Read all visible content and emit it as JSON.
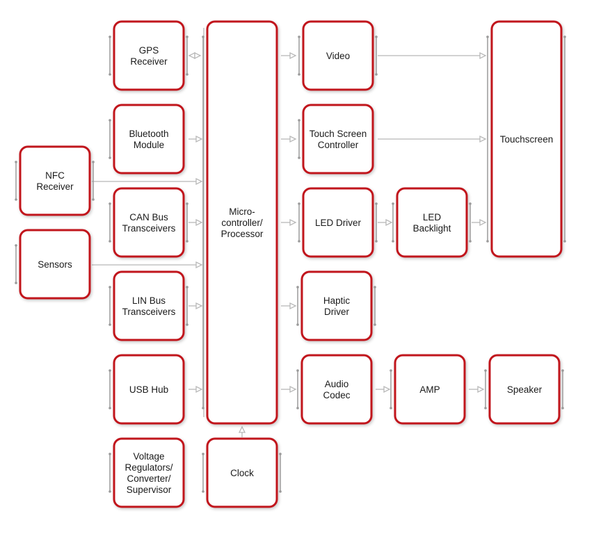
{
  "colors": {
    "block_border": "#c1121f",
    "block_fill": "#ffffff",
    "connector": "#b8b8b8",
    "text": "#1a1a1a"
  },
  "blocks": {
    "gps": [
      "GPS",
      "Receiver"
    ],
    "bluetooth": [
      "Bluetooth",
      "Module"
    ],
    "nfc": [
      "NFC",
      "Receiver"
    ],
    "can": [
      "CAN Bus",
      "Transceivers"
    ],
    "sensors": [
      "Sensors"
    ],
    "lin": [
      "LIN Bus",
      "Transceivers"
    ],
    "usb": [
      "USB Hub"
    ],
    "voltage": [
      "Voltage",
      "Regulators/",
      "Converter/",
      "Supervisor"
    ],
    "mcu": [
      "Micro-",
      "controller/",
      "Processor"
    ],
    "clock": [
      "Clock"
    ],
    "video": [
      "Video"
    ],
    "tsc": [
      "Touch Screen",
      "Controller"
    ],
    "led_driver": [
      "LED Driver"
    ],
    "haptic": [
      "Haptic",
      "Driver"
    ],
    "audio": [
      "Audio",
      "Codec"
    ],
    "led_backlight": [
      "LED",
      "Backlight"
    ],
    "amp": [
      "AMP"
    ],
    "touchscreen": [
      "Touchscreen"
    ],
    "speaker": [
      "Speaker"
    ]
  }
}
